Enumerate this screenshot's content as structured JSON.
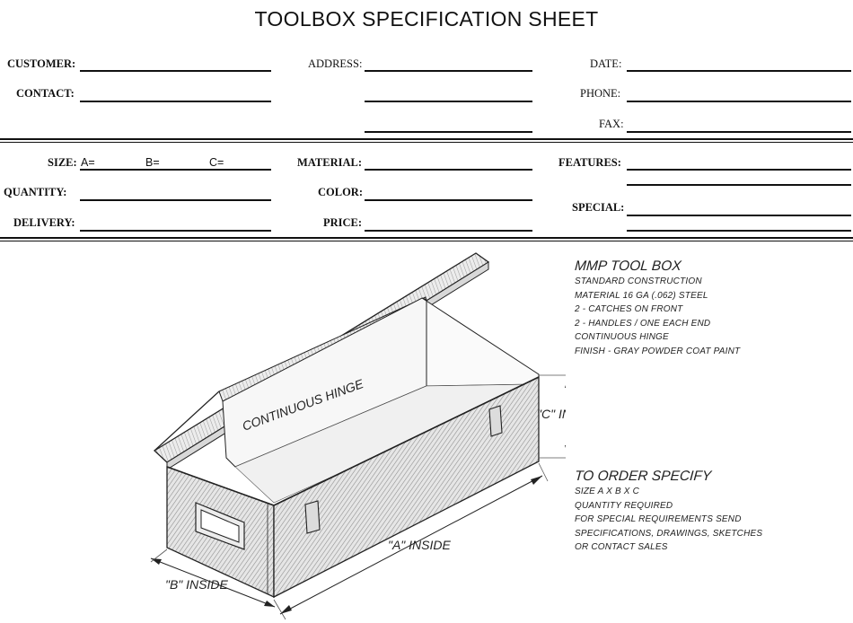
{
  "title": "TOOLBOX SPECIFICATION SHEET",
  "header_fields": {
    "customer": "CUSTOMER:",
    "contact": "CONTACT:",
    "address": "ADDRESS:",
    "date": "DATE:",
    "phone": "PHONE:",
    "fax": "FAX:"
  },
  "spec_fields": {
    "size": "SIZE:",
    "size_a": "A=",
    "size_b": "B=",
    "size_c": "C=",
    "quantity": "QUANTITY:",
    "delivery": "DELIVERY:",
    "material": "MATERIAL:",
    "color": "COLOR:",
    "price": "PRICE:",
    "features": "FEATURES:",
    "special": "SPECIAL:"
  },
  "product_notes": {
    "heading": "MMP TOOL BOX",
    "lines": [
      "STANDARD CONSTRUCTION",
      "MATERIAL 16 GA (.062) STEEL",
      "2 - CATCHES ON FRONT",
      "2 - HANDLES / ONE EACH END",
      "CONTINUOUS HINGE",
      "FINISH - GRAY POWDER COAT PAINT"
    ]
  },
  "order_notes": {
    "heading": "TO ORDER SPECIFY",
    "lines": [
      "SIZE  A X B X C",
      "QUANTITY REQUIRED",
      "FOR SPECIAL REQUIREMENTS SEND",
      "SPECIFICATIONS, DRAWINGS, SKETCHES",
      "OR CONTACT SALES"
    ]
  },
  "drawing_labels": {
    "hinge": "CONTINUOUS HINGE",
    "a_inside": "\"A\" INSIDE",
    "b_inside": "\"B\" INSIDE",
    "c_inside": "\"C\" INSIDE"
  }
}
